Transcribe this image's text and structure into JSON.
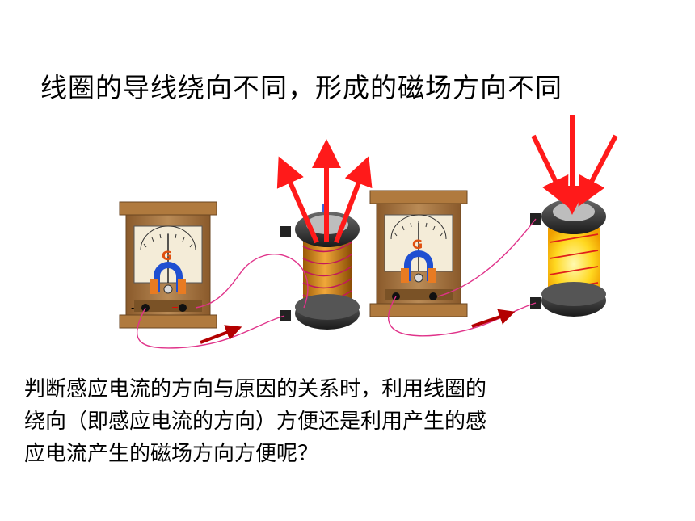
{
  "title": "线圈的导线绕向不同，形成的磁场方向不同",
  "question_lines": [
    "判断感应电流的方向与原因的关系时，利用线圈的",
    "绕向（即感应电流的方向）方便还是利用产生的感",
    "应电流产生的磁场方向方便呢？"
  ],
  "galvanometer_label": "G",
  "terminal_minus": "-",
  "terminal_plus": "+",
  "colors": {
    "wood": "#a8773f",
    "wood_dark": "#7a5226",
    "arrow_red": "#ff1a1a",
    "current_arrow": "#b30000",
    "wire": "#e0338a",
    "coil_left": "#d98a12",
    "coil_right": "#ffe030",
    "magnet_blue": "#1f4fd1",
    "magnet_orange": "#e87b22"
  },
  "icons": [
    "galvanometer-icon",
    "solenoid-icon",
    "magnetic-field-arrow-icon",
    "current-arrow-icon"
  ]
}
